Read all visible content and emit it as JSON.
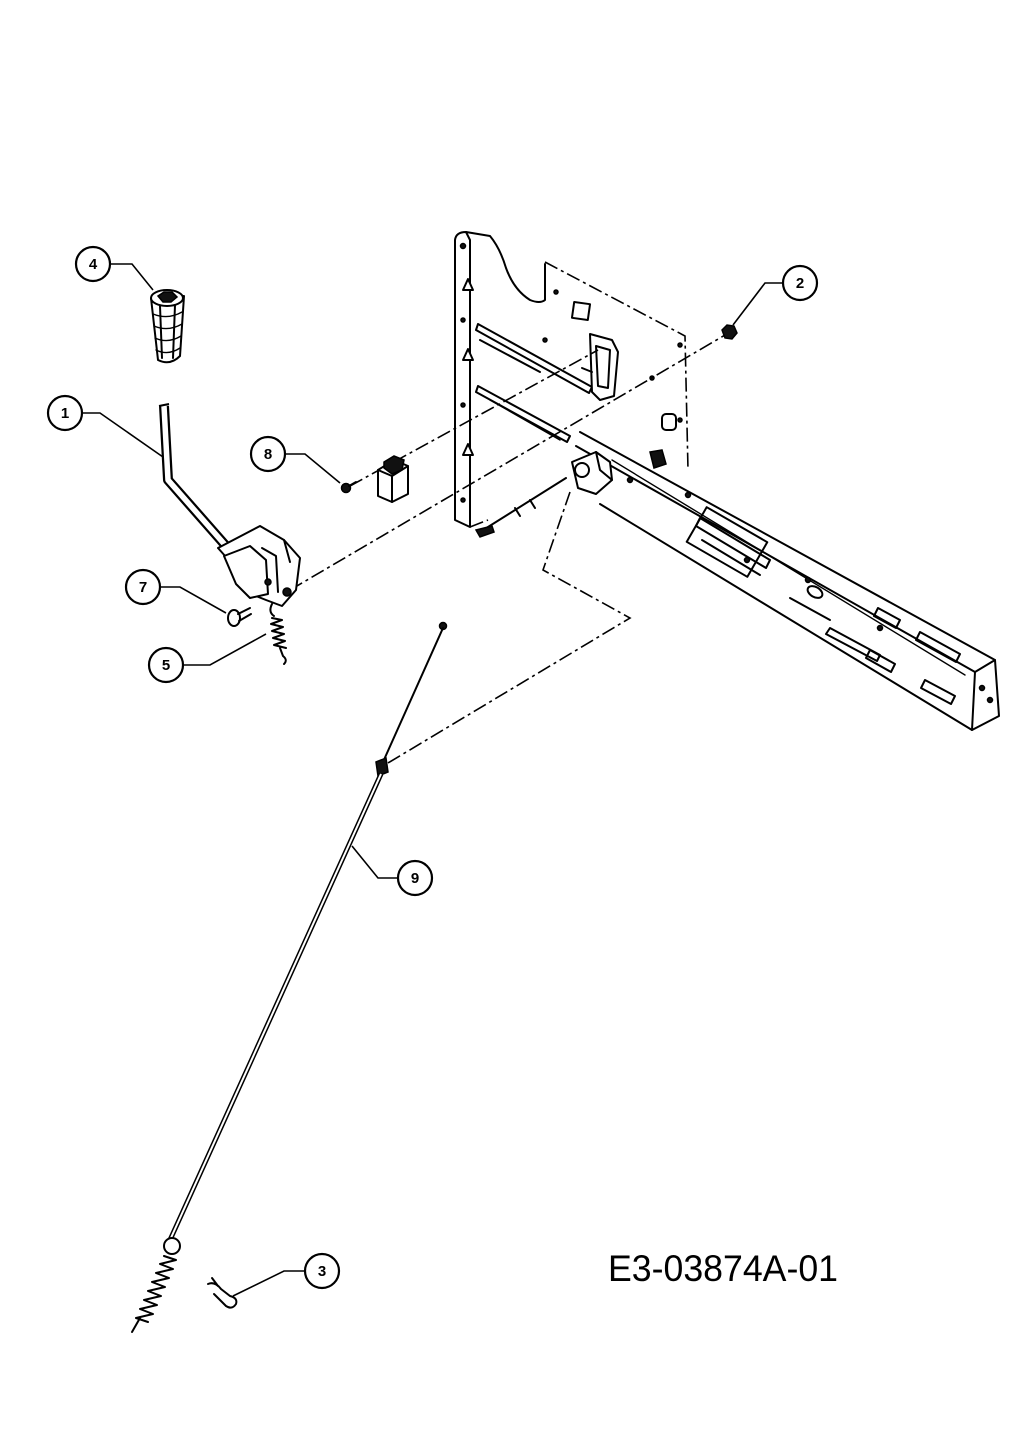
{
  "drawing_id": "E3-03874A-01",
  "callouts": {
    "part_1": "1",
    "part_2": "2",
    "part_3": "3",
    "part_4": "4",
    "part_5": "5",
    "part_7": "7",
    "part_8": "8",
    "part_9": "9"
  }
}
